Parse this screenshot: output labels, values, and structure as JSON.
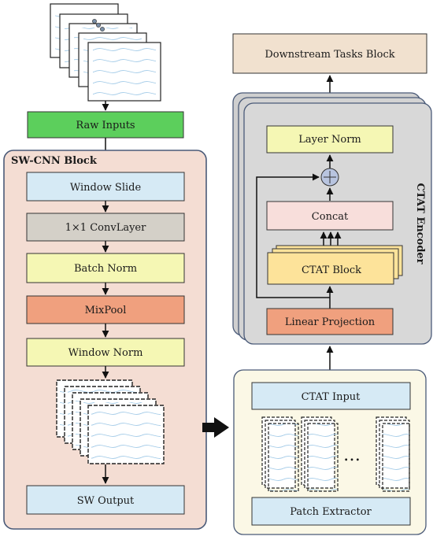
{
  "left": {
    "raw_inputs": "Raw Inputs",
    "block_title": "SW-CNN Block",
    "window_slide": "Window Slide",
    "conv_layer": "1×1 ConvLayer",
    "batch_norm": "Batch Norm",
    "mixpool": "MixPool",
    "window_norm": "Window Norm",
    "sw_output": "SW Output"
  },
  "right": {
    "downstream": "Downstream Tasks Block",
    "encoder_title": "CTAT Encoder",
    "layer_norm": "Layer Norm",
    "concat": "Concat",
    "ctat_block": "CTAT Block",
    "linear_projection": "Linear Projection",
    "ctat_input": "CTAT Input",
    "ellipsis": "…",
    "patch_extractor": "Patch Extractor"
  },
  "colors": {
    "green": "#5ccf5c",
    "light_blue": "#d6eaf5",
    "gray": "#d4d0c8",
    "yellow": "#f5f7b4",
    "orange": "#f0a07e",
    "peach_bg": "#f4ddd3",
    "cream_bg": "#fbf8e6",
    "encoder_gray": "#d8d8d8",
    "concat_pink": "#f8dedb",
    "ctat_yellow": "#fde39a",
    "downstream": "#f1e1cf"
  }
}
